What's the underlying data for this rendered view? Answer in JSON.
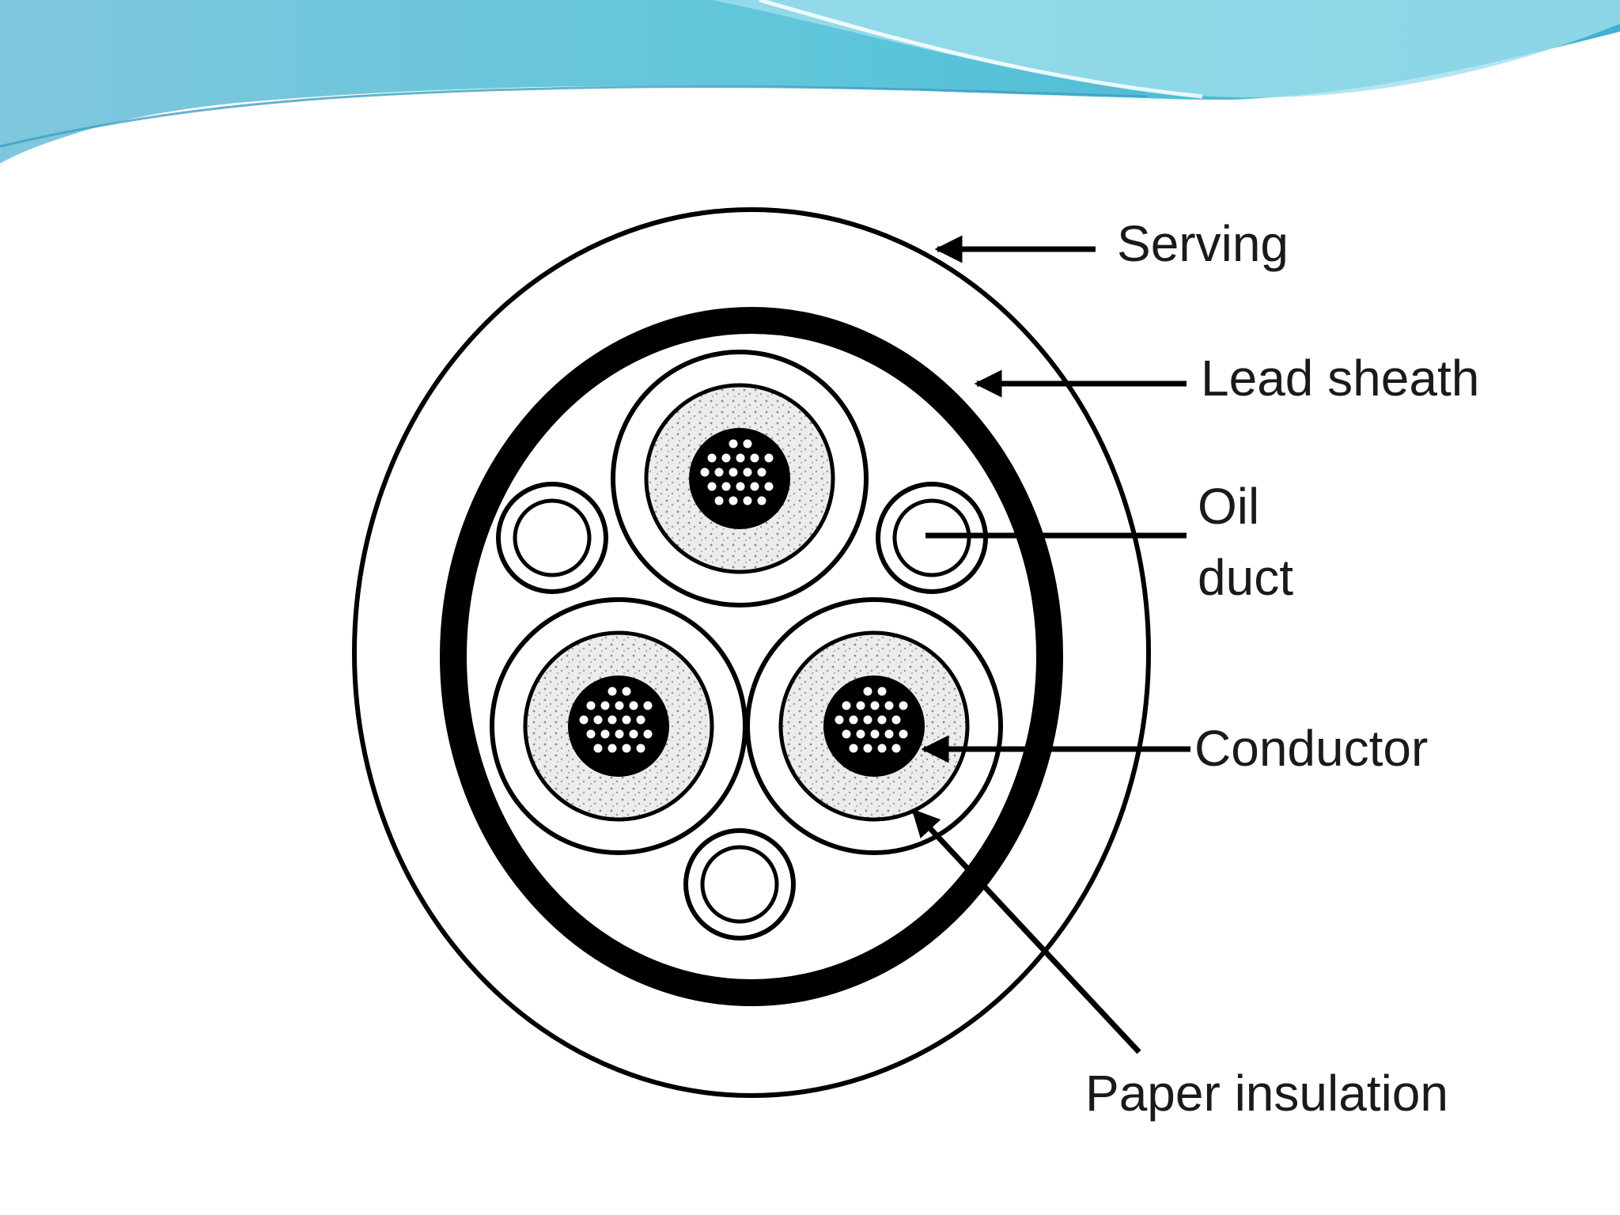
{
  "colors": {
    "header_wave_light": "#a9e3ef",
    "header_wave_mid": "#6ccfe0",
    "header_wave_dark": "#3aa8cc",
    "ink": "#000000",
    "insulation_fill": "#d9d9d9"
  },
  "labels": {
    "serving": "Serving",
    "lead_sheath": "Lead sheath",
    "oil_duct_line1": "Oil",
    "oil_duct_line2": "duct",
    "conductor": "Conductor",
    "paper_insulation": "Paper insulation"
  },
  "icons": [
    "arrow-head-icon"
  ]
}
